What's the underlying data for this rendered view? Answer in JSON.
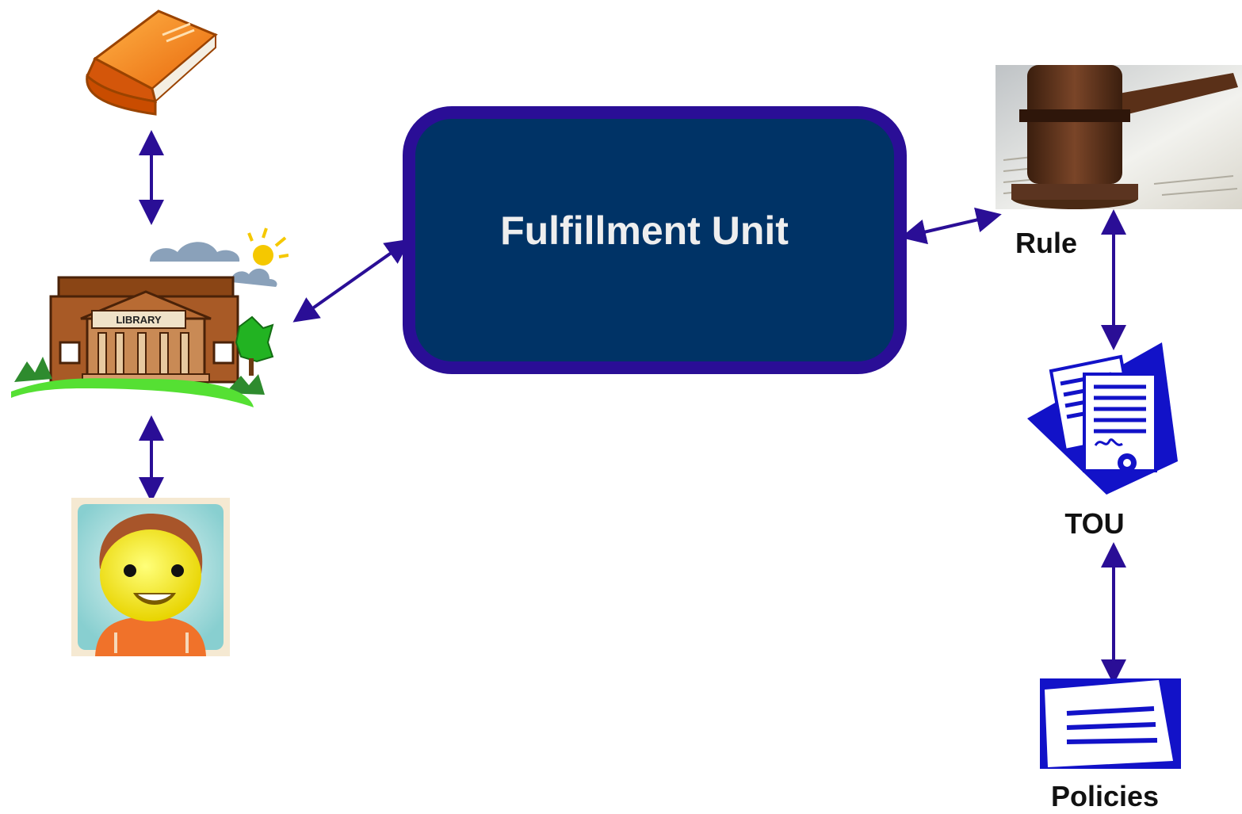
{
  "diagram": {
    "center_node": {
      "label": "Fulfillment Unit"
    },
    "nodes": {
      "rule": {
        "label": "Rule",
        "icon": "gavel-icon"
      },
      "tou": {
        "label": "TOU",
        "icon": "documents-icon"
      },
      "policies": {
        "label": "Policies",
        "icon": "document-icon"
      },
      "book": {
        "icon": "book-icon"
      },
      "library": {
        "icon": "library-icon",
        "sign_text": "LIBRARY"
      },
      "user": {
        "icon": "person-icon"
      }
    },
    "colors": {
      "box_fill": "#003366",
      "box_border": "#2a0e96",
      "connector": "#2a0e96",
      "label_on_box": "#eeeeee"
    }
  }
}
